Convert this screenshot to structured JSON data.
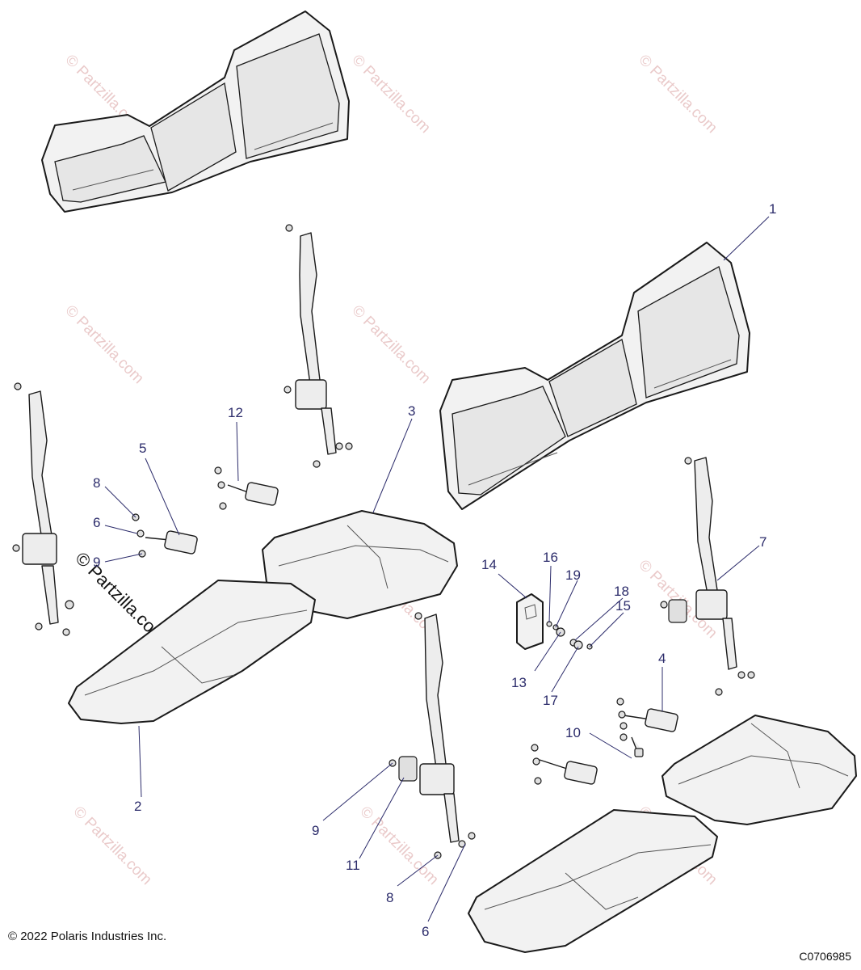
{
  "callouts": [
    "1",
    "2",
    "3",
    "4",
    "5",
    "6",
    "7",
    "8",
    "9",
    "10",
    "11",
    "12",
    "13",
    "14",
    "15",
    "16",
    "17",
    "18",
    "19",
    "8",
    "9",
    "6"
  ],
  "watermark": "© Partzilla.com",
  "copyright": "© 2022 Polaris Industries Inc.",
  "figure_id": "C0706985"
}
